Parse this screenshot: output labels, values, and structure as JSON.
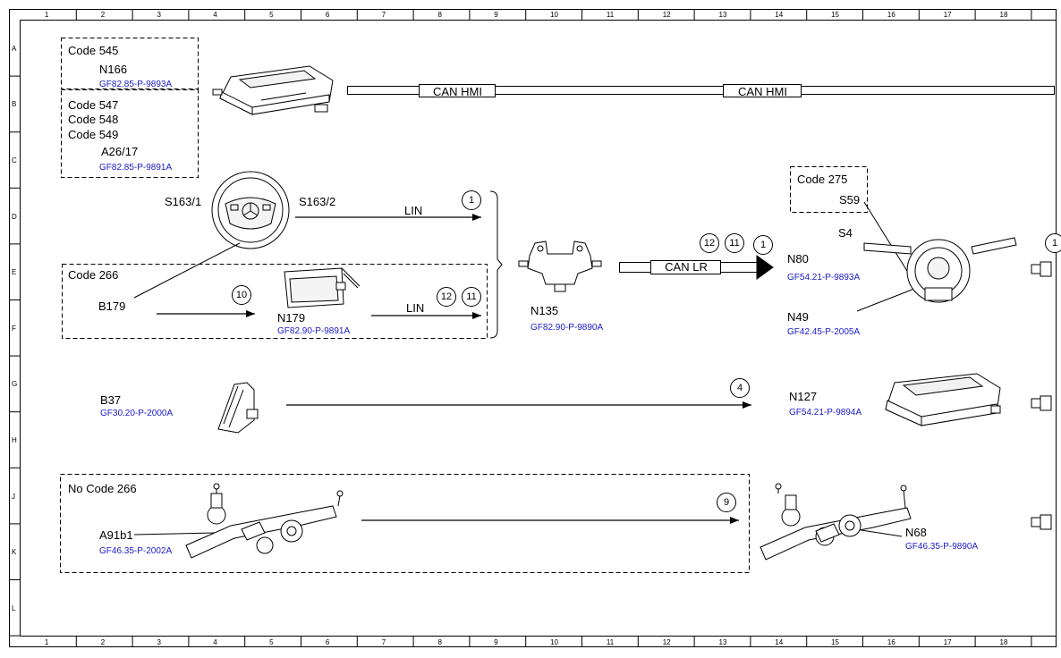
{
  "border": {
    "columns": [
      "1",
      "2",
      "3",
      "4",
      "5",
      "6",
      "7",
      "8",
      "9",
      "10",
      "11",
      "12",
      "13",
      "14",
      "15",
      "16",
      "17",
      "18"
    ],
    "rows": [
      "A",
      "B",
      "C",
      "D",
      "E",
      "F",
      "G",
      "H",
      "J",
      "K",
      "L"
    ]
  },
  "groups": {
    "code545": "Code 545",
    "code547": "Code 547",
    "code548": "Code 548",
    "code549": "Code 549",
    "code266": "Code 266",
    "code275": "Code 275",
    "nocode266": "No Code 266"
  },
  "components": {
    "n166": {
      "name": "N166",
      "ref": "GF82.85-P-9893A"
    },
    "a26_17": {
      "name": "A26/17",
      "ref": "GF82.85-P-9891A"
    },
    "s163_1": {
      "name": "S163/1"
    },
    "s163_2": {
      "name": "S163/2"
    },
    "b179": {
      "name": "B179"
    },
    "n179": {
      "name": "N179",
      "ref": "GF82.90-P-9891A"
    },
    "n135": {
      "name": "N135",
      "ref": "GF82.90-P-9890A"
    },
    "n80": {
      "name": "N80",
      "ref": "GF54.21-P-9893A"
    },
    "n49": {
      "name": "N49",
      "ref": "GF42.45-P-2005A"
    },
    "s59": {
      "name": "S59"
    },
    "s4": {
      "name": "S4"
    },
    "b37": {
      "name": "B37",
      "ref": "GF30.20-P-2000A"
    },
    "n127": {
      "name": "N127",
      "ref": "GF54.21-P-9894A"
    },
    "a91b1": {
      "name": "A91b1",
      "ref": "GF46.35-P-2002A"
    },
    "n68": {
      "name": "N68",
      "ref": "GF46.35-P-9890A"
    }
  },
  "buses": {
    "can_hmi": "CAN HMI",
    "can_lr": "CAN LR",
    "lin": "LIN"
  },
  "markers": {
    "m1_lin": "1",
    "m1_can": "1",
    "m1_edge": "1",
    "m10": "10",
    "m12_lin": "12",
    "m11_lin": "11",
    "m12_can": "12",
    "m11_can": "11",
    "m4": "4",
    "m9": "9"
  }
}
